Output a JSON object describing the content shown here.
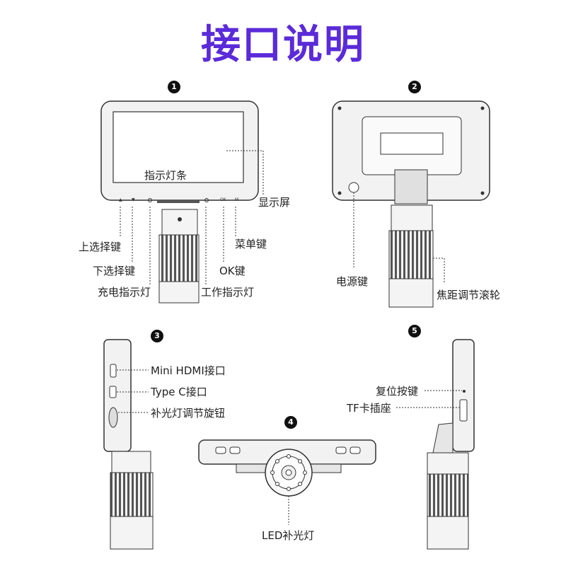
{
  "title": "接口说明",
  "views": [
    {
      "number": "1"
    },
    {
      "number": "2"
    },
    {
      "number": "3"
    },
    {
      "number": "4"
    },
    {
      "number": "5"
    }
  ],
  "labels": {
    "indicator_bar": "指示灯条",
    "display": "显示屏",
    "up_key": "上选择键",
    "menu_key": "菜单键",
    "down_key": "下选择键",
    "ok_key": "OK键",
    "charge_light": "充电指示灯",
    "work_light": "工作指示灯",
    "power_key": "电源键",
    "focus_wheel": "焦距调节滚轮",
    "mini_hdmi": "Mini HDMI接口",
    "type_c": "Type C接口",
    "fill_light_knob": "补光灯调节旋钮",
    "reset_key": "复位按键",
    "tf_slot": "TF卡插座",
    "led_light": "LED补光灯"
  },
  "device_markings": {
    "ok": "OK",
    "menu": "M",
    "up": "▲",
    "down": "▼",
    "power_symbol": "⏻"
  },
  "colors": {
    "title": "#5b2bd9",
    "line": "#333333",
    "body": "#f0f0f0"
  }
}
